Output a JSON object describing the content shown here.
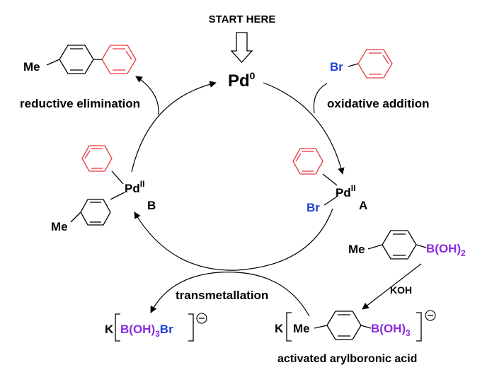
{
  "labels": {
    "start": "START HERE",
    "pd0_main": "Pd",
    "pd0_sup": "0",
    "oxidative_addition": "oxidative addition",
    "reductive_elimination": "reductive elimination",
    "transmetallation": "transmetallation",
    "activated": "activated arylboronic acid",
    "koh": "KOH",
    "intermediate_a": "A",
    "intermediate_b": "B"
  },
  "atoms": {
    "me": "Me",
    "br": "Br",
    "pd": "Pd",
    "pd_ox": "II",
    "k": "K",
    "b_oh": "B(OH)",
    "sub_2": "2",
    "sub_3": "3",
    "minus": "−"
  },
  "colors": {
    "black": "#000000",
    "red": "#e8383d",
    "blue": "#1f3fd6",
    "purple": "#8a2be2"
  }
}
